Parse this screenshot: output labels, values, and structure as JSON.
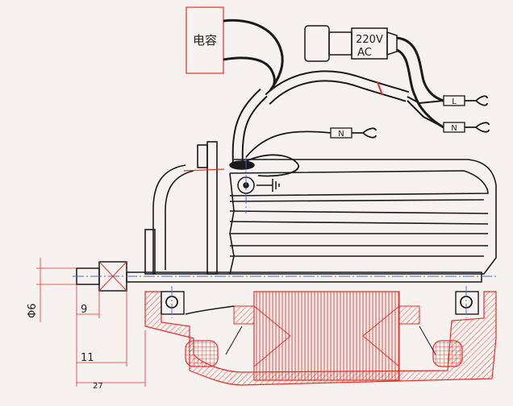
{
  "labels": {
    "capacitor": "电容",
    "voltage": "220V",
    "current_type": "AC",
    "terminal_l": "L",
    "terminal_n1": "N",
    "terminal_n2": "N"
  },
  "dimensions": {
    "shaft_diameter": "Φ6",
    "dim_9": "9",
    "dim_11": "11",
    "dim_27": "27"
  },
  "colors": {
    "line": "#1a1a1a",
    "section": "#e0312a",
    "centerline": "#3a6fd8",
    "background": "#f7f2ef"
  }
}
